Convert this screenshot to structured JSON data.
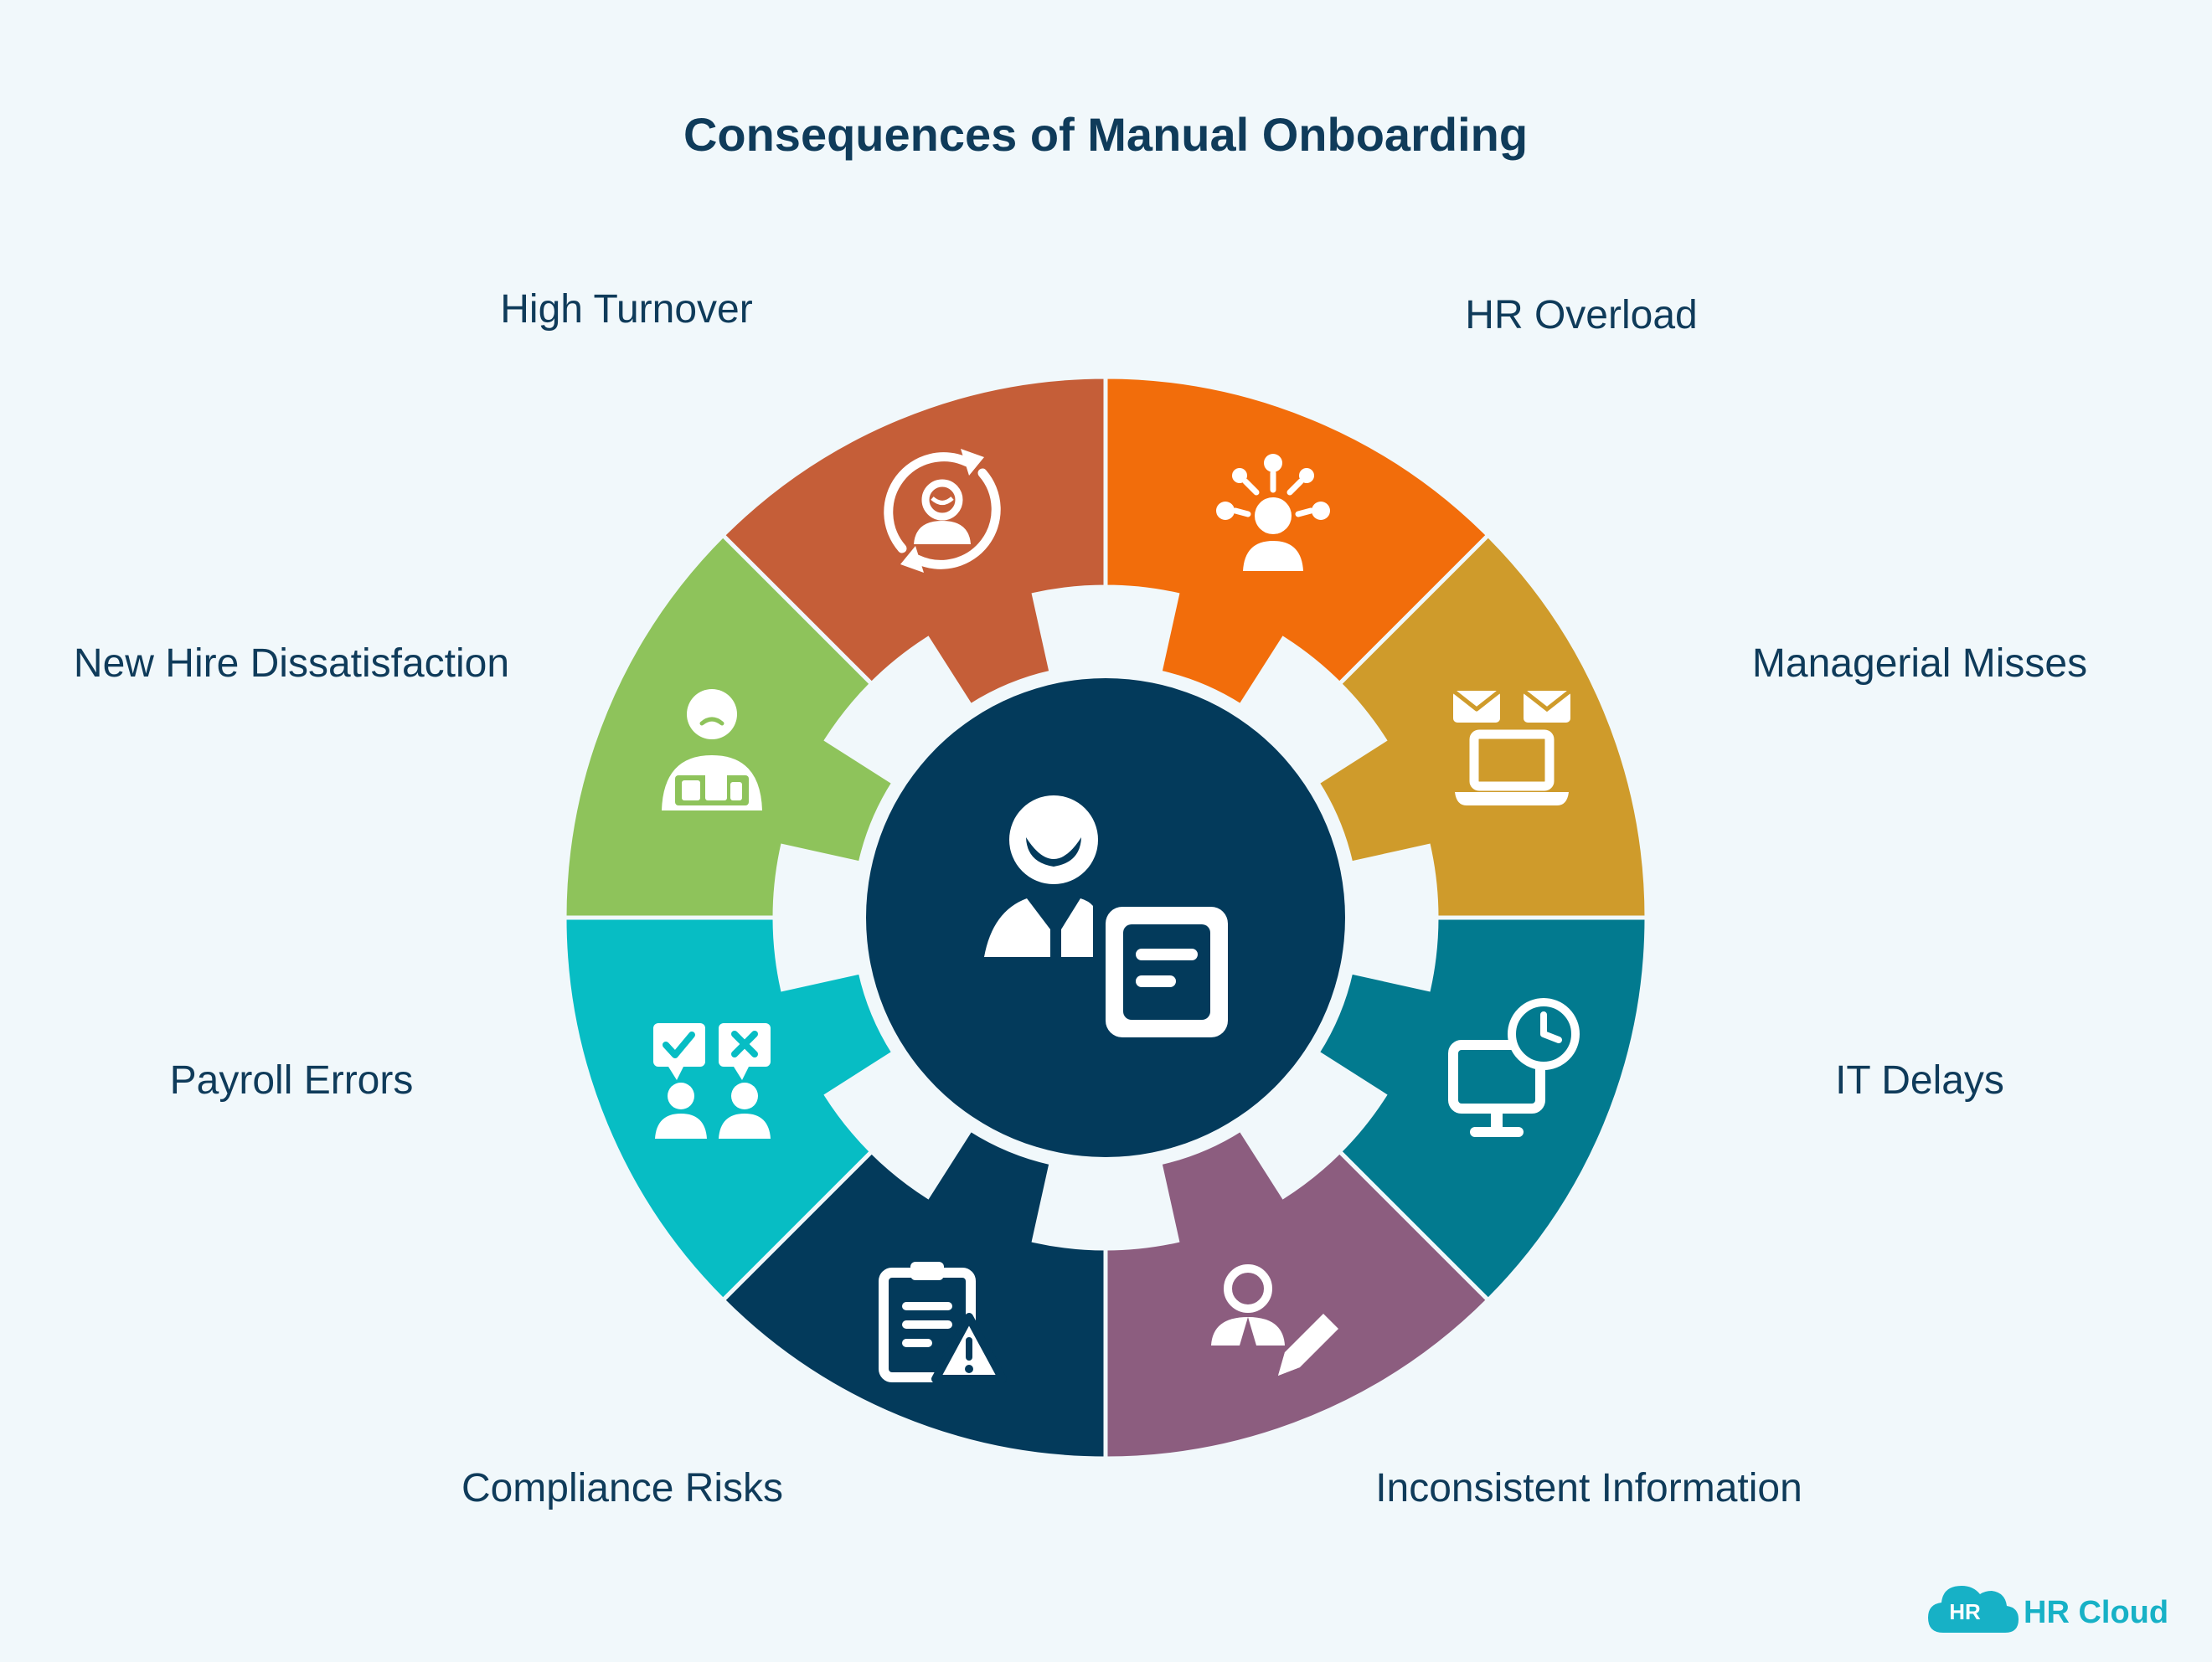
{
  "title": "Consequences of Manual Onboarding",
  "segments": [
    {
      "label": "HR Overload",
      "color": "#f26d0b",
      "icon": "hub-person-icon"
    },
    {
      "label": "Managerial Misses",
      "color": "#cf9b2b",
      "icon": "laptop-mail-icon"
    },
    {
      "label": "IT Delays",
      "color": "#027a8f",
      "icon": "monitor-clock-icon"
    },
    {
      "label": "Inconsistent Information",
      "color": "#8c5d7f",
      "icon": "person-pencil-icon"
    },
    {
      "label": "Compliance Risks",
      "color": "#033a5b",
      "icon": "clipboard-warning-icon"
    },
    {
      "label": "Payroll Errors",
      "color": "#07bdc4",
      "icon": "approval-people-icon"
    },
    {
      "label": "New Hire Dissatisfaction",
      "color": "#8ec35b",
      "icon": "unhappy-person-icon"
    },
    {
      "label": "High Turnover",
      "color": "#c55e38",
      "icon": "person-cycle-icon"
    }
  ],
  "center": {
    "color": "#033a5b",
    "icon": "person-document-icon"
  },
  "brand": {
    "badge": "HR",
    "name": "HR Cloud",
    "color": "#17b1c6"
  }
}
